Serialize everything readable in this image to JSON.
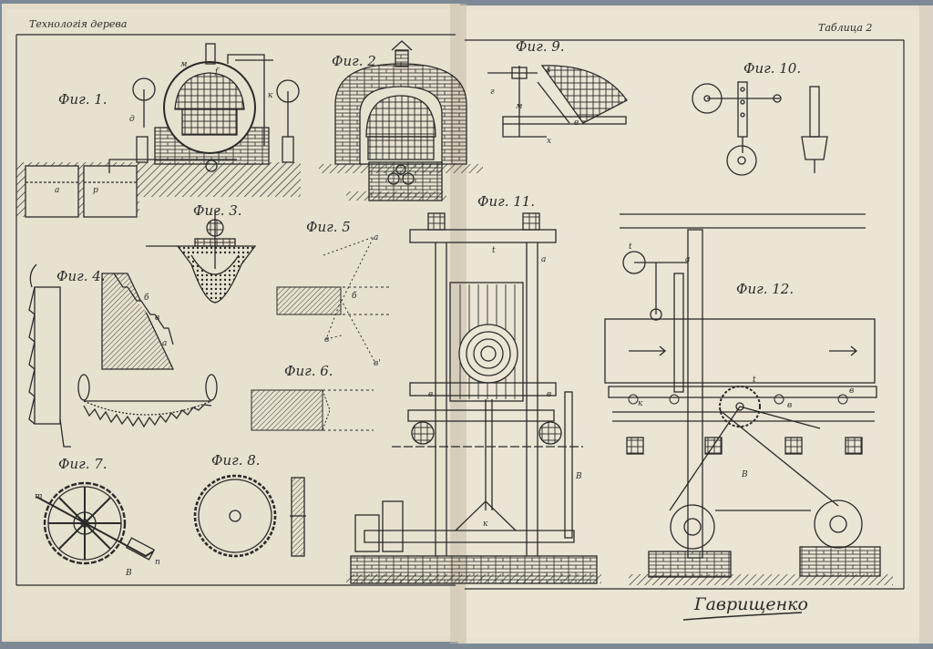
{
  "header": {
    "left_title": "Технологія дерева",
    "right_title": "Таблица 2"
  },
  "figures": [
    "Фиг. 1.",
    "Фиг. 2",
    "Фиг. 3.",
    "Фиг. 4.",
    "Фиг. 5",
    "Фиг. 6.",
    "Фиг. 7.",
    "Фиг. 8.",
    "Фиг. 9.",
    "Фиг. 10.",
    "Фиг. 11.",
    "Фиг. 12."
  ],
  "letters": {
    "f1": [
      "м",
      "f",
      "к",
      "д",
      "а",
      "р"
    ],
    "f5": [
      "а",
      "б",
      "в",
      "в'"
    ],
    "f9": [
      "s",
      "г",
      "м",
      "x",
      "в"
    ],
    "f11": [
      "t",
      "а",
      "в",
      "к",
      "в",
      "В"
    ],
    "f12": [
      "t",
      "а",
      "t",
      "в",
      "к",
      "в",
      "В"
    ],
    "f7": [
      "т",
      "n",
      "В"
    ],
    "f4": [
      "а",
      "б",
      "в"
    ]
  },
  "signature": "Гаврищенко",
  "colors": {
    "paper": "#e7e1d0",
    "paper_edge": "#d6ceb8",
    "ink": "#2b2a28",
    "spine": "#b9b09b"
  }
}
